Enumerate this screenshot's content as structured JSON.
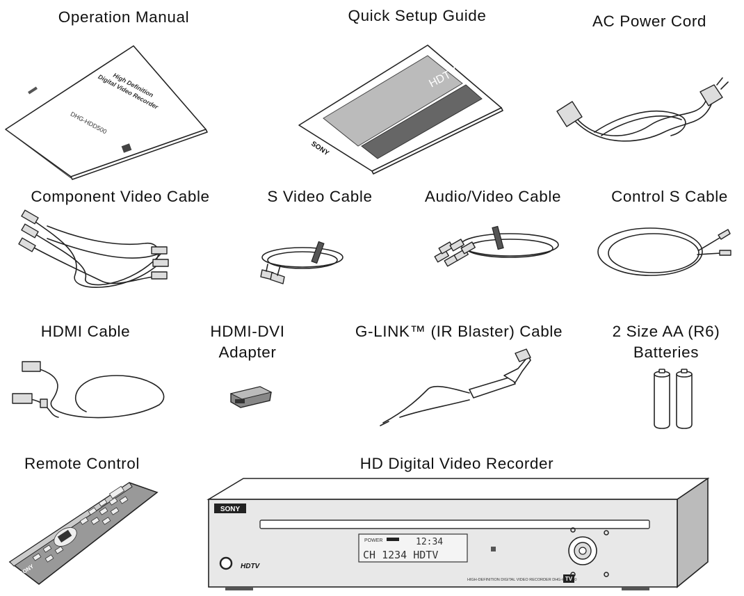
{
  "items": {
    "operation_manual": {
      "label": "Operation Manual",
      "cover_text_1": "High Definition",
      "cover_text_2": "Digital Video Recorder",
      "model": "DHG-HDD500"
    },
    "quick_setup_guide": {
      "label": "Quick Setup Guide",
      "cover_text": "HDTV",
      "brand": "SONY"
    },
    "ac_power_cord": {
      "label": "AC Power Cord"
    },
    "component_video_cable": {
      "label": "Component Video Cable"
    },
    "s_video_cable": {
      "label": "S Video Cable"
    },
    "audio_video_cable": {
      "label": "Audio/Video Cable"
    },
    "control_s_cable": {
      "label": "Control S Cable"
    },
    "hdmi_cable": {
      "label": "HDMI Cable"
    },
    "hdmi_dvi_adapter": {
      "label_line1": "HDMI-DVI",
      "label_line2": "Adapter"
    },
    "glink_cable": {
      "label": "G-LINK™ (IR Blaster) Cable"
    },
    "batteries": {
      "label_line1": "2 Size AA (R6)",
      "label_line2": "Batteries"
    },
    "remote_control": {
      "label": "Remote Control",
      "brand": "SONY"
    },
    "hd_dvr": {
      "label": "HD Digital Video Recorder",
      "brand": "SONY",
      "display_line1_a": "POWER",
      "display_line1_b": "12:34",
      "display_line2": "CH 1234 HDTV",
      "front_badge": "HDTV",
      "model_strip": "HIGH-DEFINITION DIGITAL VIDEO RECORDER DHG-HDD250",
      "corner_badge": "TV"
    }
  }
}
